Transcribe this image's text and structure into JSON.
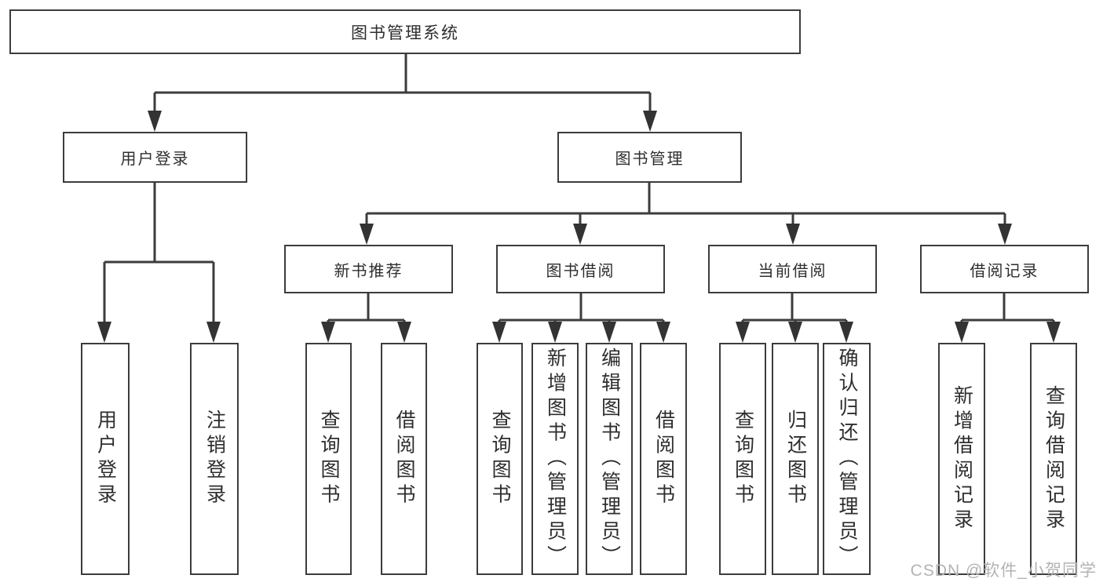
{
  "diagram": {
    "root_label": "图书管理系统",
    "branches": [
      {
        "label": "用户登录",
        "children": [
          {
            "label": "用户登录"
          },
          {
            "label": "注销登录"
          }
        ]
      },
      {
        "label": "图书管理",
        "children": [
          {
            "label": "新书推荐",
            "children": [
              {
                "label": "查询图书"
              },
              {
                "label": "借阅图书"
              }
            ]
          },
          {
            "label": "图书借阅",
            "children": [
              {
                "label": "查询图书"
              },
              {
                "label": "新增图书（管理员）"
              },
              {
                "label": "编辑图书（管理员）"
              },
              {
                "label": "借阅图书"
              }
            ]
          },
          {
            "label": "当前借阅",
            "children": [
              {
                "label": "查询图书"
              },
              {
                "label": "归还图书"
              },
              {
                "label": "确认归还（管理员）"
              }
            ]
          },
          {
            "label": "借阅记录",
            "children": [
              {
                "label": "新增借阅记录"
              },
              {
                "label": "查询借阅记录"
              }
            ]
          }
        ]
      }
    ]
  },
  "watermark": "CSDN @软件_小贺同学",
  "colors": {
    "line": "#3c3c3c",
    "text": "#2e2e2e",
    "watermark": "#b3b3b3",
    "background": "#ffffff"
  }
}
